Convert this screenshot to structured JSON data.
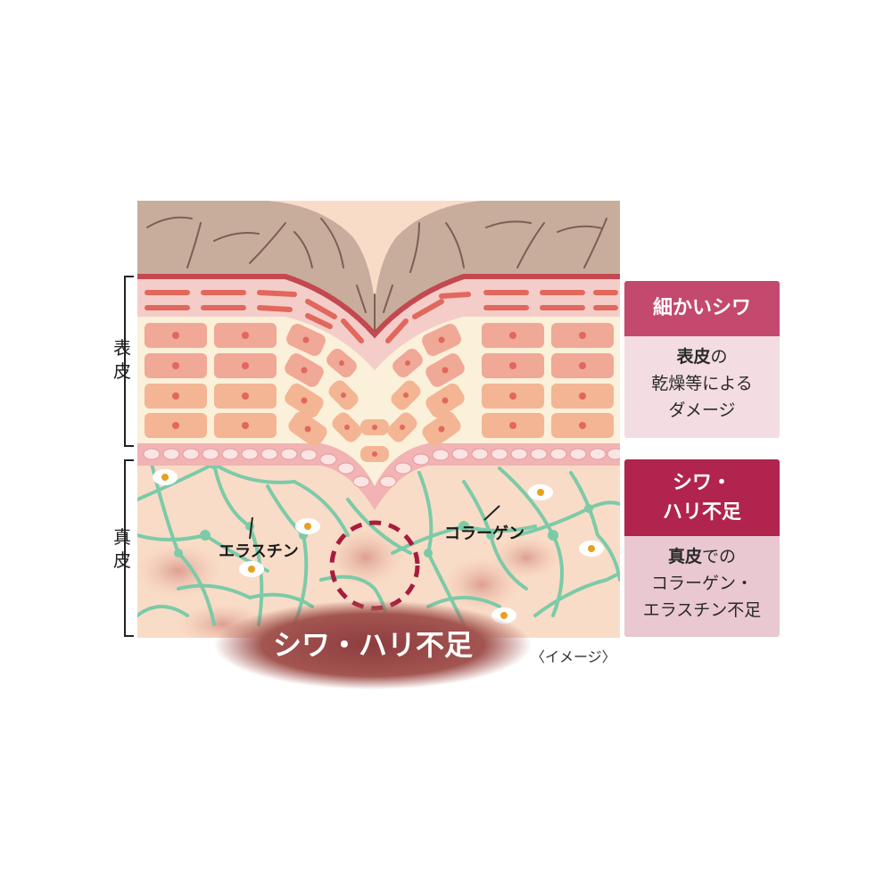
{
  "layers": {
    "epidermis": "表皮",
    "dermis": "真皮"
  },
  "fibers": {
    "elastin": "エラスチン",
    "collagen": "コラーゲン"
  },
  "banner": "シワ・ハリ不足",
  "note": "〈イメージ〉",
  "callouts": [
    {
      "title": "細かいシワ",
      "subject": "表皮",
      "particle": "の",
      "line2": "乾燥等による",
      "line3": "ダメージ"
    },
    {
      "title_line1": "シワ・",
      "title_line2": "ハリ不足",
      "subject": "真皮",
      "particle": "での",
      "line2": "コラーゲン・",
      "line3": "エラスチン不足"
    }
  ],
  "colors": {
    "skin_surface": "#c9ad9c",
    "epidermis_cell": "#f0a897",
    "dermis_bg": "#f9dcc7",
    "fiber": "#7ccaa8",
    "accent_dark": "#b0244e",
    "accent_light": "#c4496e",
    "banner": "#8e3d3f"
  }
}
